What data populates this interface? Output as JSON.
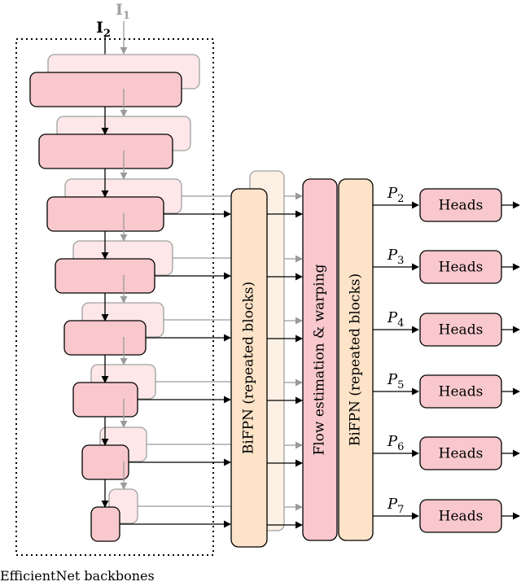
{
  "inputs": {
    "primary": {
      "main": "I",
      "sub": "2"
    },
    "secondary": {
      "main": "I",
      "sub": "1"
    }
  },
  "backbone_caption": "EfficientNet backbones",
  "modules": {
    "bifpn_1": "BiFPN (repeated blocks)",
    "flow": "Flow estimation & warping",
    "bifpn_2": "BiFPN (repeated blocks)"
  },
  "outputs": [
    {
      "label_main": "P",
      "label_sub": "2",
      "head": "Heads"
    },
    {
      "label_main": "P",
      "label_sub": "3",
      "head": "Heads"
    },
    {
      "label_main": "P",
      "label_sub": "4",
      "head": "Heads"
    },
    {
      "label_main": "P",
      "label_sub": "5",
      "head": "Heads"
    },
    {
      "label_main": "P",
      "label_sub": "6",
      "head": "Heads"
    },
    {
      "label_main": "P",
      "label_sub": "7",
      "head": "Heads"
    }
  ],
  "colors": {
    "block_fill": "#f8c8cc",
    "block_fill_light": "#fde7e8",
    "bifpn_fill": "#fde3c8",
    "bifpn_fill_light": "#fdf0e4",
    "flow_fill": "#f8c8cc",
    "line": "#000000",
    "line_faded": "#9a9a9a"
  }
}
